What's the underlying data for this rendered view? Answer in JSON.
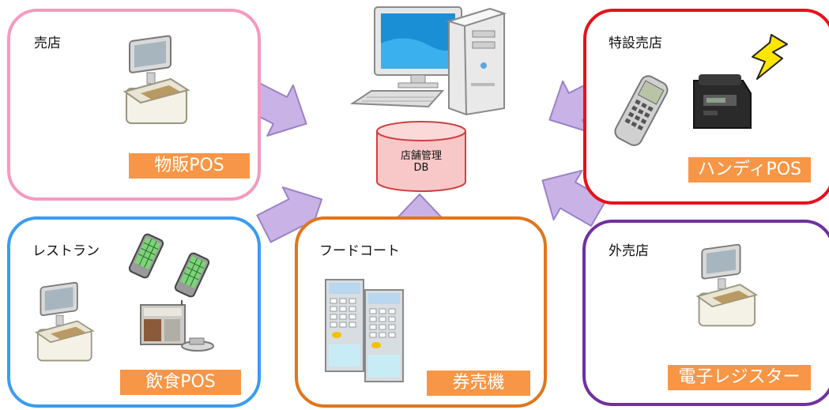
{
  "colors": {
    "panel_shop": "#f49ac1",
    "panel_special": "#e8101c",
    "panel_restaurant": "#3a9cf0",
    "panel_foodcourt": "#e0761c",
    "panel_outside": "#7030a0",
    "tag_bg": "#f79646",
    "arrow_fill": "#c9b3e6",
    "arrow_stroke": "#9a82c8",
    "db_fill": "#f8c8c8",
    "db_stroke": "#d04040"
  },
  "center": {
    "computer_icon": "desktop-computer",
    "db_line1": "店舗管理",
    "db_line2": "DB"
  },
  "panels": {
    "shop": {
      "title": "売店",
      "tag": "物販POS",
      "icons": [
        "pos-register"
      ]
    },
    "special": {
      "title": "特設売店",
      "tag": "ハンディPOS",
      "icons": [
        "handheld-terminal",
        "mobile-printer",
        "lightning"
      ]
    },
    "restaurant": {
      "title": "レストラン",
      "tag": "飲食POS",
      "icons": [
        "pos-register",
        "order-handset",
        "order-handset",
        "kitchen-printer"
      ]
    },
    "foodcourt": {
      "title": "フードコート",
      "tag": "券売機",
      "icons": [
        "ticket-machine",
        "ticket-machine"
      ]
    },
    "outside": {
      "title": "外売店",
      "tag": "電子レジスター",
      "icons": [
        "pos-register"
      ]
    }
  }
}
